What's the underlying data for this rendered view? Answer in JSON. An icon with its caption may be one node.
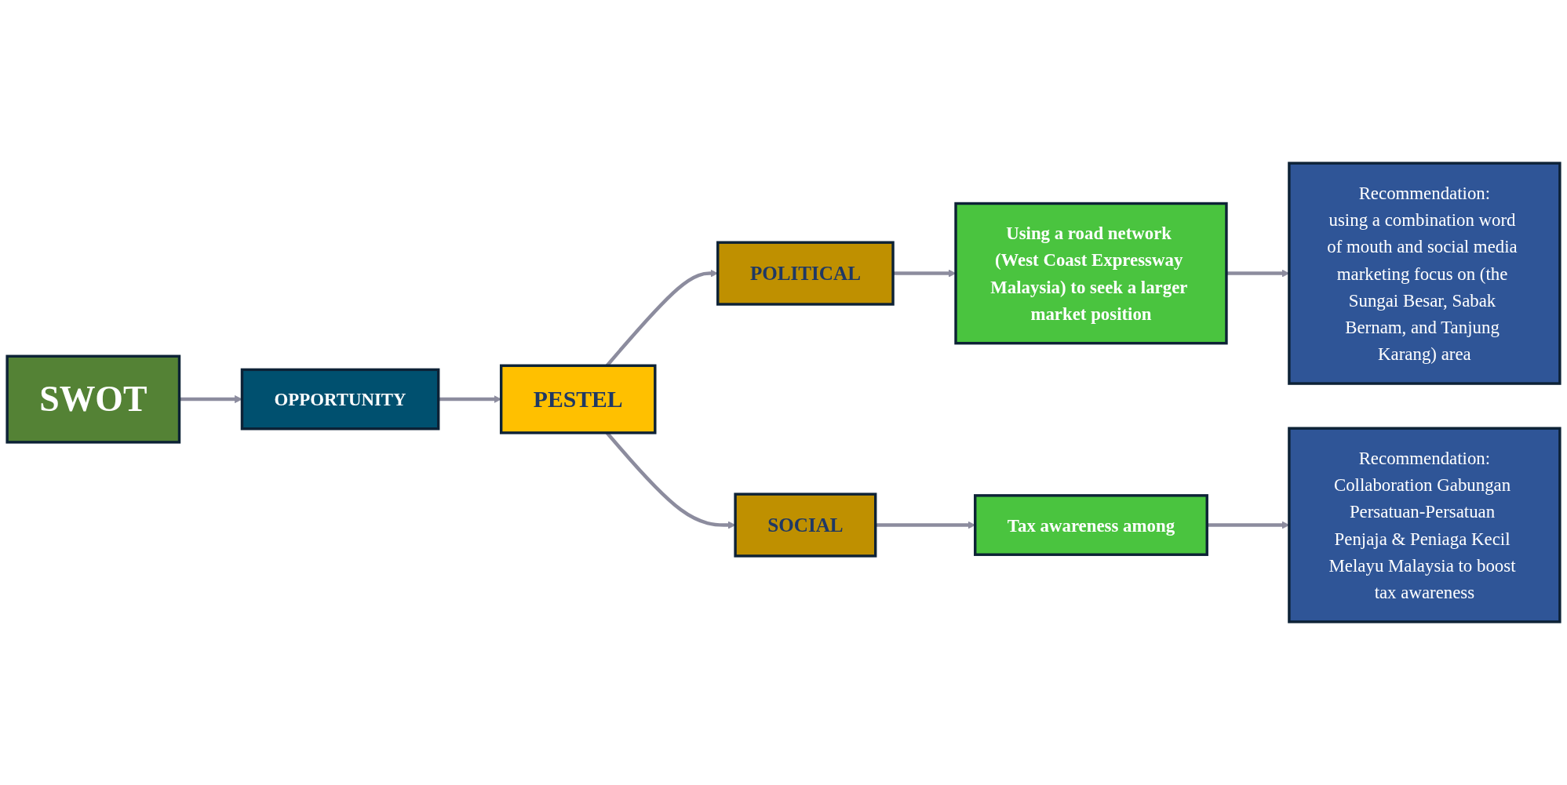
{
  "diagram": {
    "nodes": [
      {
        "text": [
          "SWOT"
        ]
      },
      {
        "text": [
          "OPPORTUNITY"
        ]
      },
      {
        "text": [
          "PESTEL"
        ]
      },
      {
        "text": [
          "POLITICAL"
        ]
      },
      {
        "text": [
          "Using a road network (West Coast Expressway Malaysia) to seek a larger market position"
        ]
      },
      {
        "text": [
          "Recommendation:",
          "using a combination word of mouth and social media marketing focus on (the Sungai Besar, Sabak Bernam, and Tanjung Karang) area"
        ]
      },
      {
        "text": [
          "SOCIAL"
        ]
      },
      {
        "text": [
          "Tax awareness among"
        ]
      },
      {
        "text": [
          "Recommendation:",
          "Collaboration Gabungan Persatuan-Persatuan Penjaja & Peniaga Kecil Melayu Malaysia to boost tax awareness"
        ]
      }
    ],
    "edges": [
      {
        "from": 0,
        "to": 1,
        "arrow": "to"
      },
      {
        "from": 1,
        "to": 2,
        "arrow": "to"
      },
      {
        "from": 2,
        "to": 3,
        "arrow": "to"
      },
      {
        "from": 3,
        "to": 4,
        "arrow": "to"
      },
      {
        "from": 4,
        "to": 5,
        "arrow": "to"
      },
      {
        "from": 2,
        "to": 6,
        "arrow": "to"
      },
      {
        "from": 6,
        "to": 7,
        "arrow": "to"
      },
      {
        "from": 7,
        "to": 8,
        "arrow": "to"
      }
    ]
  }
}
